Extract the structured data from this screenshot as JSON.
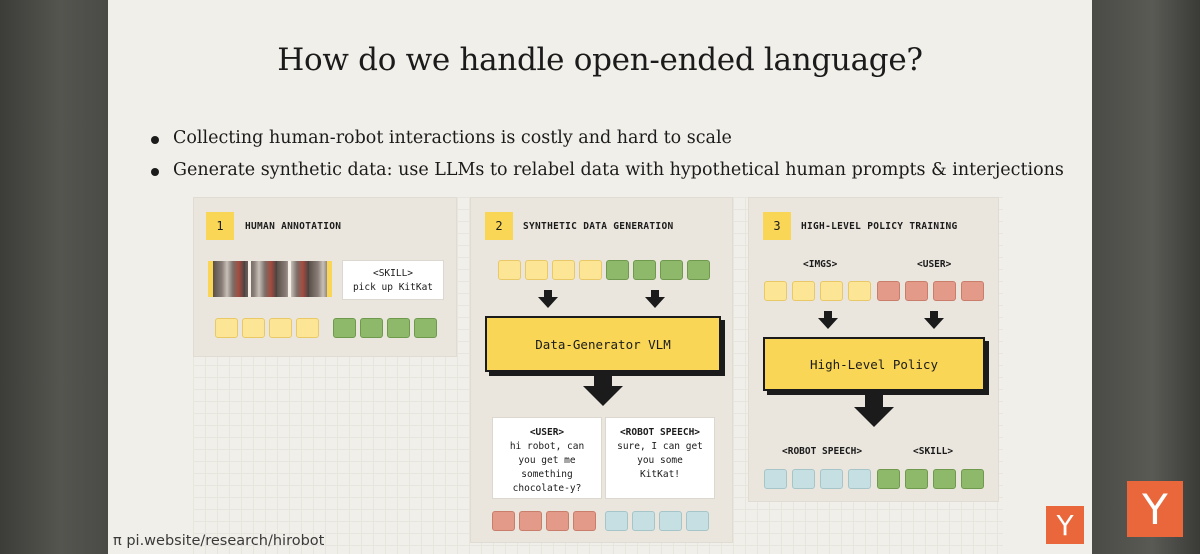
{
  "slide": {
    "title": "How do we handle open-ended language?",
    "bullets": [
      "Collecting human-robot interactions is costly and hard to scale",
      "Generate synthetic data: use LLMs to relabel data with hypothetical human prompts & interjections"
    ]
  },
  "panels": [
    {
      "number": "1",
      "title": "HUMAN ANNOTATION",
      "skill_card": {
        "header": "<SKILL>",
        "body": "pick up KitKat"
      }
    },
    {
      "number": "2",
      "title": "SYNTHETIC DATA GENERATION",
      "model_box": "Data-Generator VLM",
      "user_card": {
        "header": "<USER>",
        "lines": [
          "hi robot, can",
          "you get me",
          "something",
          "chocolate-y?"
        ]
      },
      "speech_card": {
        "header": "<ROBOT SPEECH>",
        "lines": [
          "sure, I can get",
          "you some",
          "KitKat!"
        ]
      }
    },
    {
      "number": "3",
      "title": "HIGH-LEVEL POLICY TRAINING",
      "input_labels": [
        "<IMGS>",
        "<USER>"
      ],
      "model_box": "High-Level Policy",
      "output_labels": [
        "<ROBOT SPEECH>",
        "<SKILL>"
      ]
    }
  ],
  "footer": {
    "pi_symbol": "π",
    "url": "pi.website/research/hirobot"
  },
  "logo": {
    "letter": "Y",
    "color": "#e9673a"
  },
  "colors": {
    "image_token": "#fde596",
    "skill_token": "#8eb86a",
    "user_token": "#e49a88",
    "speech_token": "#c6dfe2",
    "highlight": "#f9d656"
  },
  "icons": [
    "down-arrow-icon",
    "robot-camera-frames-image",
    "y-combinator-logo"
  ]
}
